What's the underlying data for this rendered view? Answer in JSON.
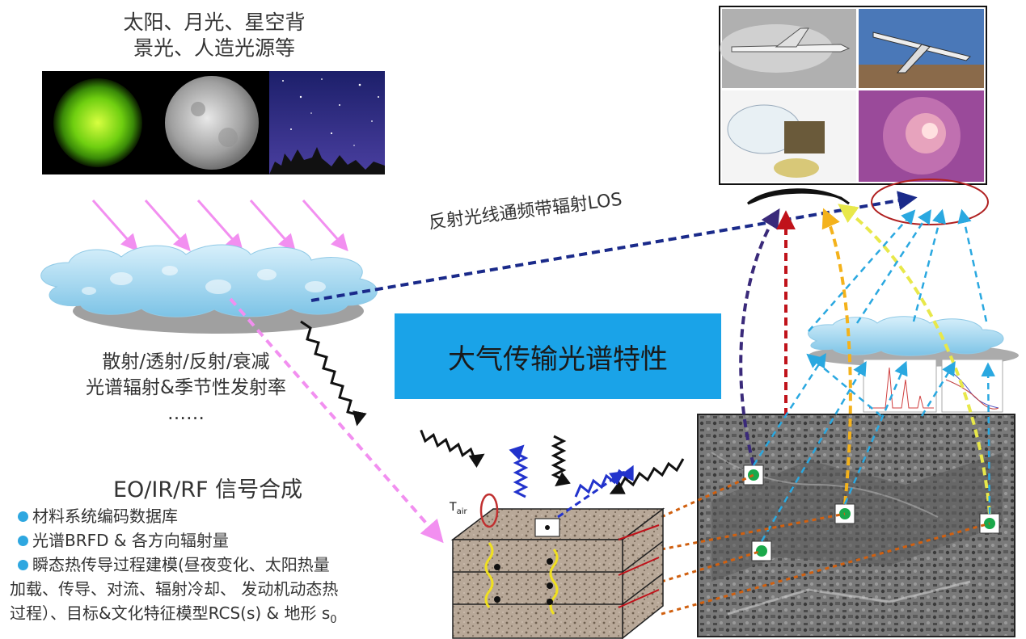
{
  "sources": {
    "title_line1": "太阳、月光、星空背",
    "title_line2": "景光、人造光源等"
  },
  "atmosphere": {
    "line1": "散射/透射/反射/衰减",
    "line2": "光谱辐射&季节性发射率",
    "line3": "……"
  },
  "signal": {
    "title": "EO/IR/RF 信号合成",
    "bullet1": "材料系统编码数据库",
    "bullet2": "光谱BRFD & 各方向辐射量",
    "bullet3": "瞬态热传导过程建模(昼夜变化、太阳热量",
    "cont1": "加载、传导、对流、辐射冷却、 发动机动态热",
    "cont2": "过程）、目标&文化特征模型RCS(s) & 地形 s",
    "cont2_sub": "0"
  },
  "center_label": "大气传输光谱特性",
  "los_label": "反射光线通频带辐射LOS",
  "tair": {
    "base": "T",
    "sub": "air"
  },
  "colors": {
    "accent_box": "#1aa3e8",
    "bullet": "#2ea7e0",
    "pink_arrow": "#f28ff0",
    "navy_los": "#1a2a8a",
    "red": "#c0121a",
    "orange": "#f4b21b",
    "yellow": "#e8e84a",
    "cyan": "#2aa8e0",
    "purple": "#3a2a7a",
    "blue_wave": "#2233cc"
  }
}
